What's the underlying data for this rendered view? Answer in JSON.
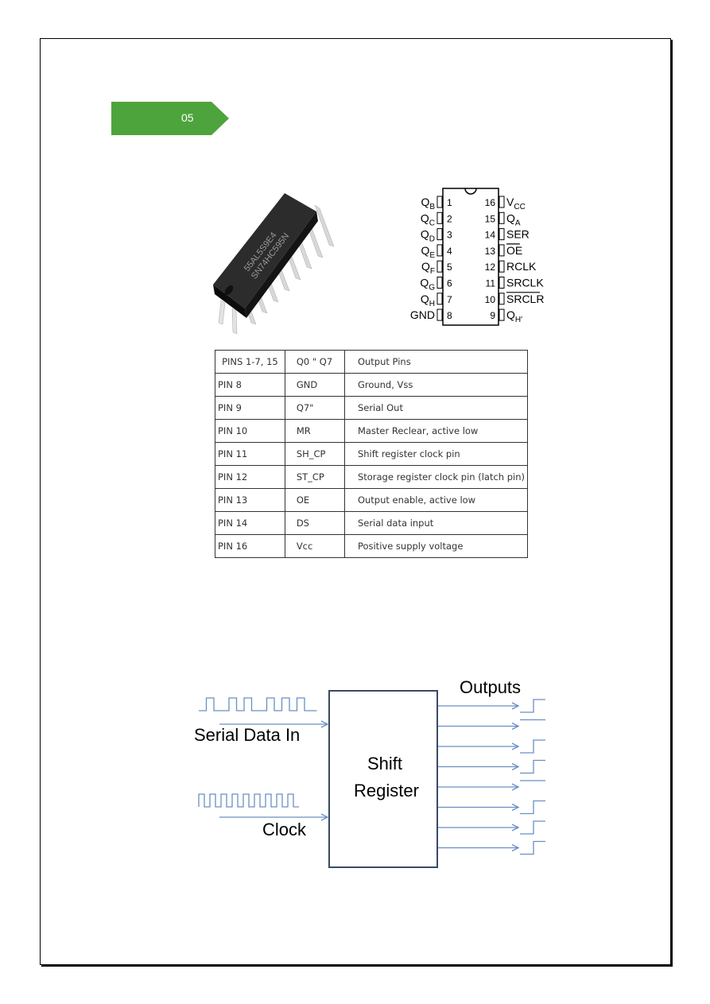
{
  "section_tag": {
    "text": "05",
    "color": "#4ea43c"
  },
  "chip_photo": {
    "marking_line1": "55AL5S9E4",
    "marking_line2": "SN74HC595N"
  },
  "pinout": {
    "left_pins": [
      {
        "num": "1",
        "label": "Q",
        "sub": "B"
      },
      {
        "num": "2",
        "label": "Q",
        "sub": "C"
      },
      {
        "num": "3",
        "label": "Q",
        "sub": "D"
      },
      {
        "num": "4",
        "label": "Q",
        "sub": "E"
      },
      {
        "num": "5",
        "label": "Q",
        "sub": "F"
      },
      {
        "num": "6",
        "label": "Q",
        "sub": "G"
      },
      {
        "num": "7",
        "label": "Q",
        "sub": "H"
      },
      {
        "num": "8",
        "label": "GND",
        "sub": ""
      }
    ],
    "right_pins": [
      {
        "num": "16",
        "label": "V",
        "sub": "CC",
        "overline": false
      },
      {
        "num": "15",
        "label": "Q",
        "sub": "A",
        "overline": false
      },
      {
        "num": "14",
        "label": "SER",
        "sub": "",
        "overline": false
      },
      {
        "num": "13",
        "label": "OE",
        "sub": "",
        "overline": true
      },
      {
        "num": "12",
        "label": "RCLK",
        "sub": "",
        "overline": false
      },
      {
        "num": "11",
        "label": "SRCLK",
        "sub": "",
        "overline": false
      },
      {
        "num": "10",
        "label": "SRCLR",
        "sub": "",
        "overline": true
      },
      {
        "num": "9",
        "label": "Q",
        "sub": "H′",
        "overline": false
      }
    ]
  },
  "pin_table": {
    "rows": [
      [
        "PINS 1-7, 15",
        "Q0 \" Q7",
        "Output Pins"
      ],
      [
        "PIN 8",
        "GND",
        "Ground, Vss"
      ],
      [
        "PIN 9",
        "Q7\"",
        "Serial Out"
      ],
      [
        "PIN 10",
        "MR",
        "Master Reclear, active low"
      ],
      [
        "PIN 11",
        "SH_CP",
        "Shift register clock pin"
      ],
      [
        "PIN 12",
        "ST_CP",
        "Storage register clock pin (latch pin)"
      ],
      [
        "PIN 13",
        "OE",
        "Output enable, active low"
      ],
      [
        "PIN 14",
        "DS",
        "Serial data input"
      ],
      [
        "PIN 16",
        "Vcc",
        "Positive supply voltage"
      ]
    ]
  },
  "shift_register": {
    "block_label_1": "Shift",
    "block_label_2": "Register",
    "input_1": "Serial Data In",
    "input_2": "Clock",
    "outputs_label": "Outputs",
    "output_levels": [
      1,
      0,
      1,
      1,
      0,
      1,
      1,
      1
    ],
    "wire_color": "#6a8fc4",
    "box_color": "#3a4a63"
  }
}
